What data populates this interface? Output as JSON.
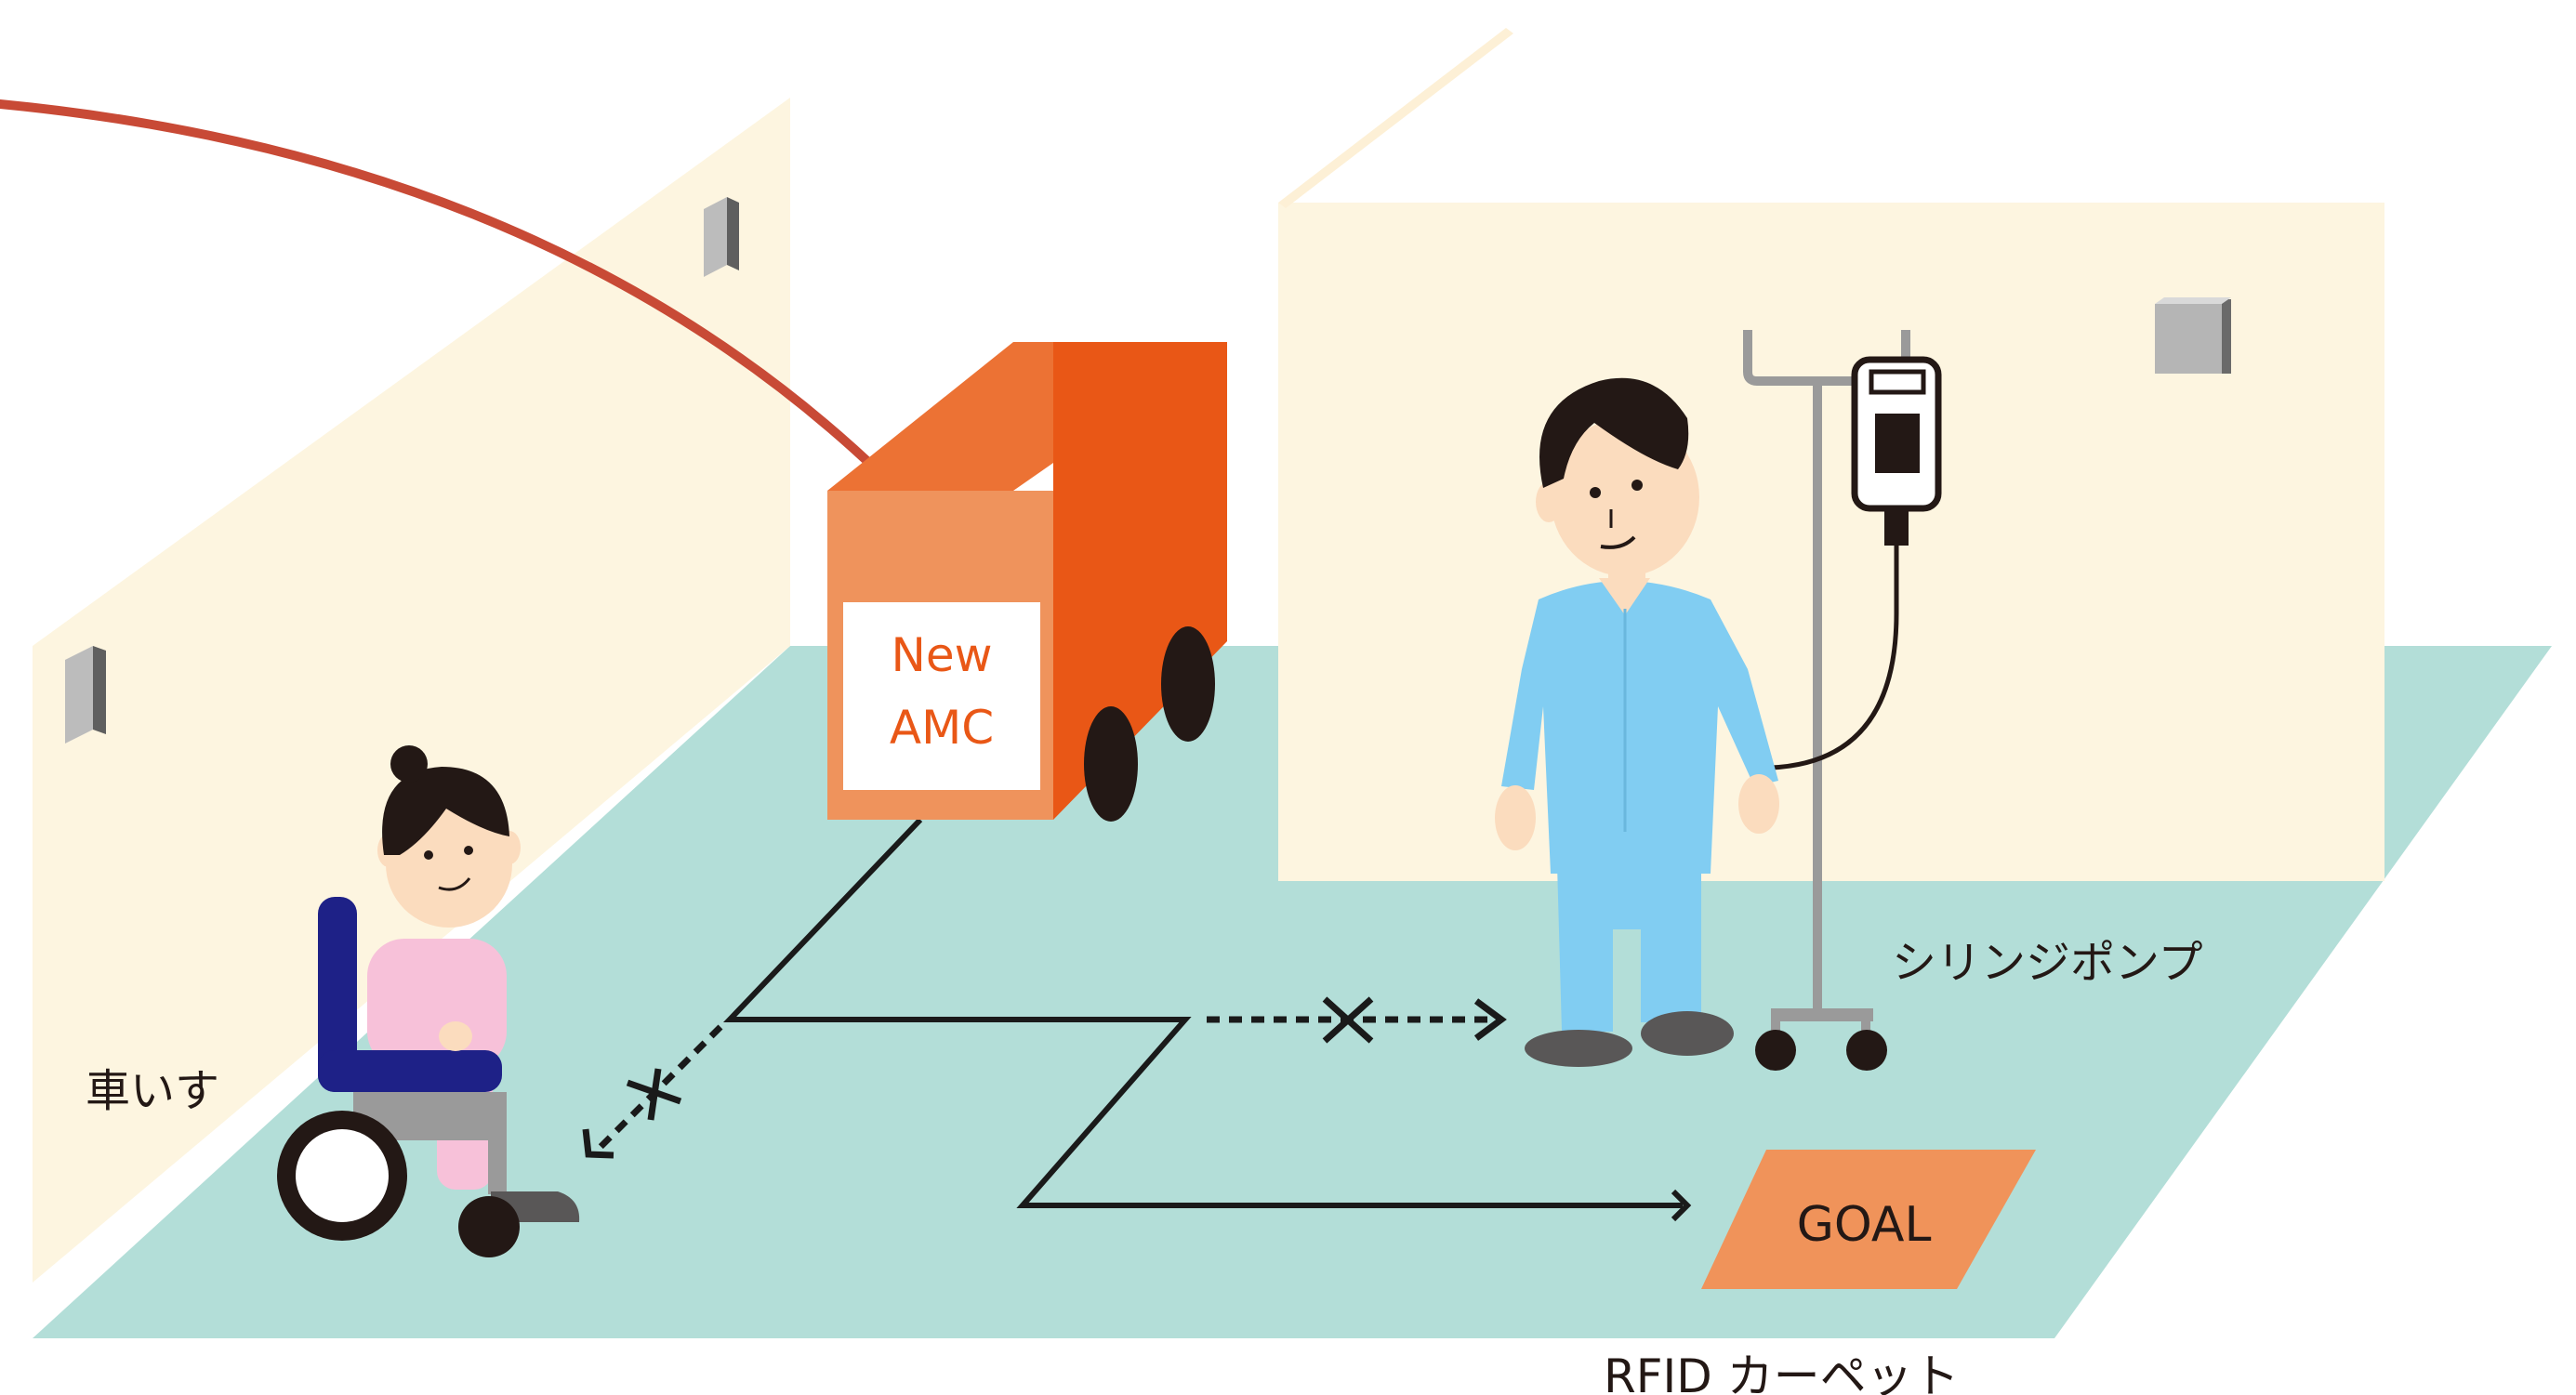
{
  "labels": {
    "robot_line1": "New",
    "robot_line2": "AMC",
    "wheelchair": "車いす",
    "syringe_pump": "シリンジポンプ",
    "goal": "GOAL",
    "carpet": "RFID カーペット"
  },
  "colors": {
    "wall": "#fdf5e0",
    "floor": "#b3ded8",
    "robot_front": "#ef935c",
    "robot_top": "#ec7234",
    "robot_side": "#e95716",
    "robot_text": "#e95716",
    "cable": "#c84a36",
    "goal_mat": "#f0935a",
    "path": "#1a1a1a",
    "patient_clothes": "#81cdf2",
    "wheelchair_frame": "#1e2187",
    "wheelchair_person": "#f7c1d9",
    "skin": "#fbdcbe",
    "hair": "#231815"
  }
}
